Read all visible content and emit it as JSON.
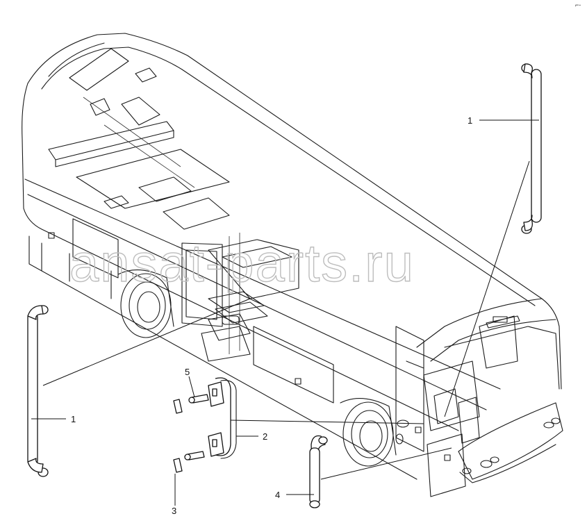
{
  "diagram": {
    "subject": "coach bus exploded parts view",
    "watermark": "ansat-parts.ru",
    "corner_mark": "⌐-",
    "callouts": [
      {
        "id": "c1a",
        "label": "1"
      },
      {
        "id": "c1b",
        "label": "1"
      },
      {
        "id": "c2",
        "label": "2"
      },
      {
        "id": "c3",
        "label": "3"
      },
      {
        "id": "c4",
        "label": "4"
      },
      {
        "id": "c5",
        "label": "5"
      }
    ]
  }
}
